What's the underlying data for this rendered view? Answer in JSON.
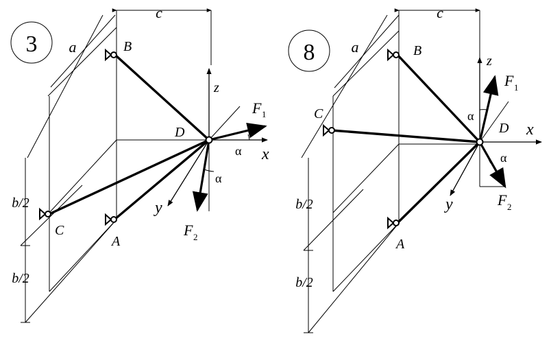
{
  "diagrams": [
    {
      "number": "3",
      "labels": {
        "a": "a",
        "c": "c",
        "b_upper": "b/2",
        "b_lower": "b/2",
        "A": "A",
        "B": "B",
        "C": "C",
        "D": "D",
        "z": "z",
        "y": "y",
        "x": "x",
        "F1_letter": "F",
        "F1_sub": "1",
        "F2_letter": "F",
        "F2_sub": "2",
        "alpha1": "α",
        "alpha2": "α"
      }
    },
    {
      "number": "8",
      "labels": {
        "a": "a",
        "c": "c",
        "b_upper": "b/2",
        "b_lower": "b/2",
        "A": "A",
        "B": "B",
        "C": "C",
        "D": "D",
        "z": "z",
        "y": "y",
        "x": "x",
        "F1_letter": "F",
        "F1_sub": "1",
        "F2_letter": "F",
        "F2_sub": "2",
        "alpha1": "α",
        "alpha2": "α"
      }
    }
  ]
}
